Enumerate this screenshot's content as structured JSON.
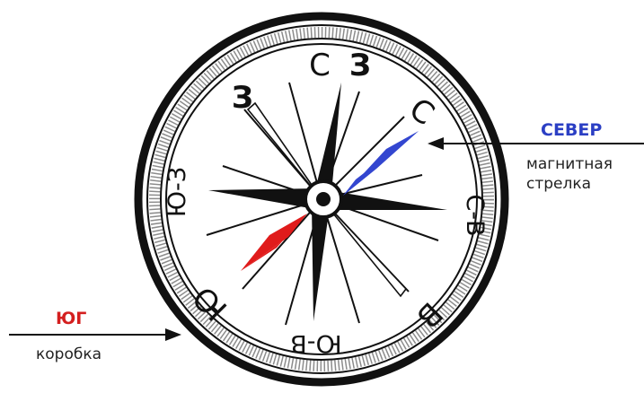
{
  "colors": {
    "north_label": "#2b3fc4",
    "south_label": "#d41f1f",
    "needle_north": "#3346d0",
    "needle_south": "#e01b1b",
    "ink": "#111111"
  },
  "callouts": {
    "north": {
      "title": "СЕВЕР",
      "line1": "магнитная",
      "line2": "стрелка"
    },
    "south": {
      "title": "ЮГ",
      "line1": "коробка"
    }
  },
  "dial": {
    "c": "С",
    "cz": "З",
    "z_bold": "З",
    "c_right": "С",
    "cv": "С-В",
    "yuz": "Ю-З",
    "yu": "Ю",
    "yuv": "Ю-В",
    "v": "В"
  }
}
